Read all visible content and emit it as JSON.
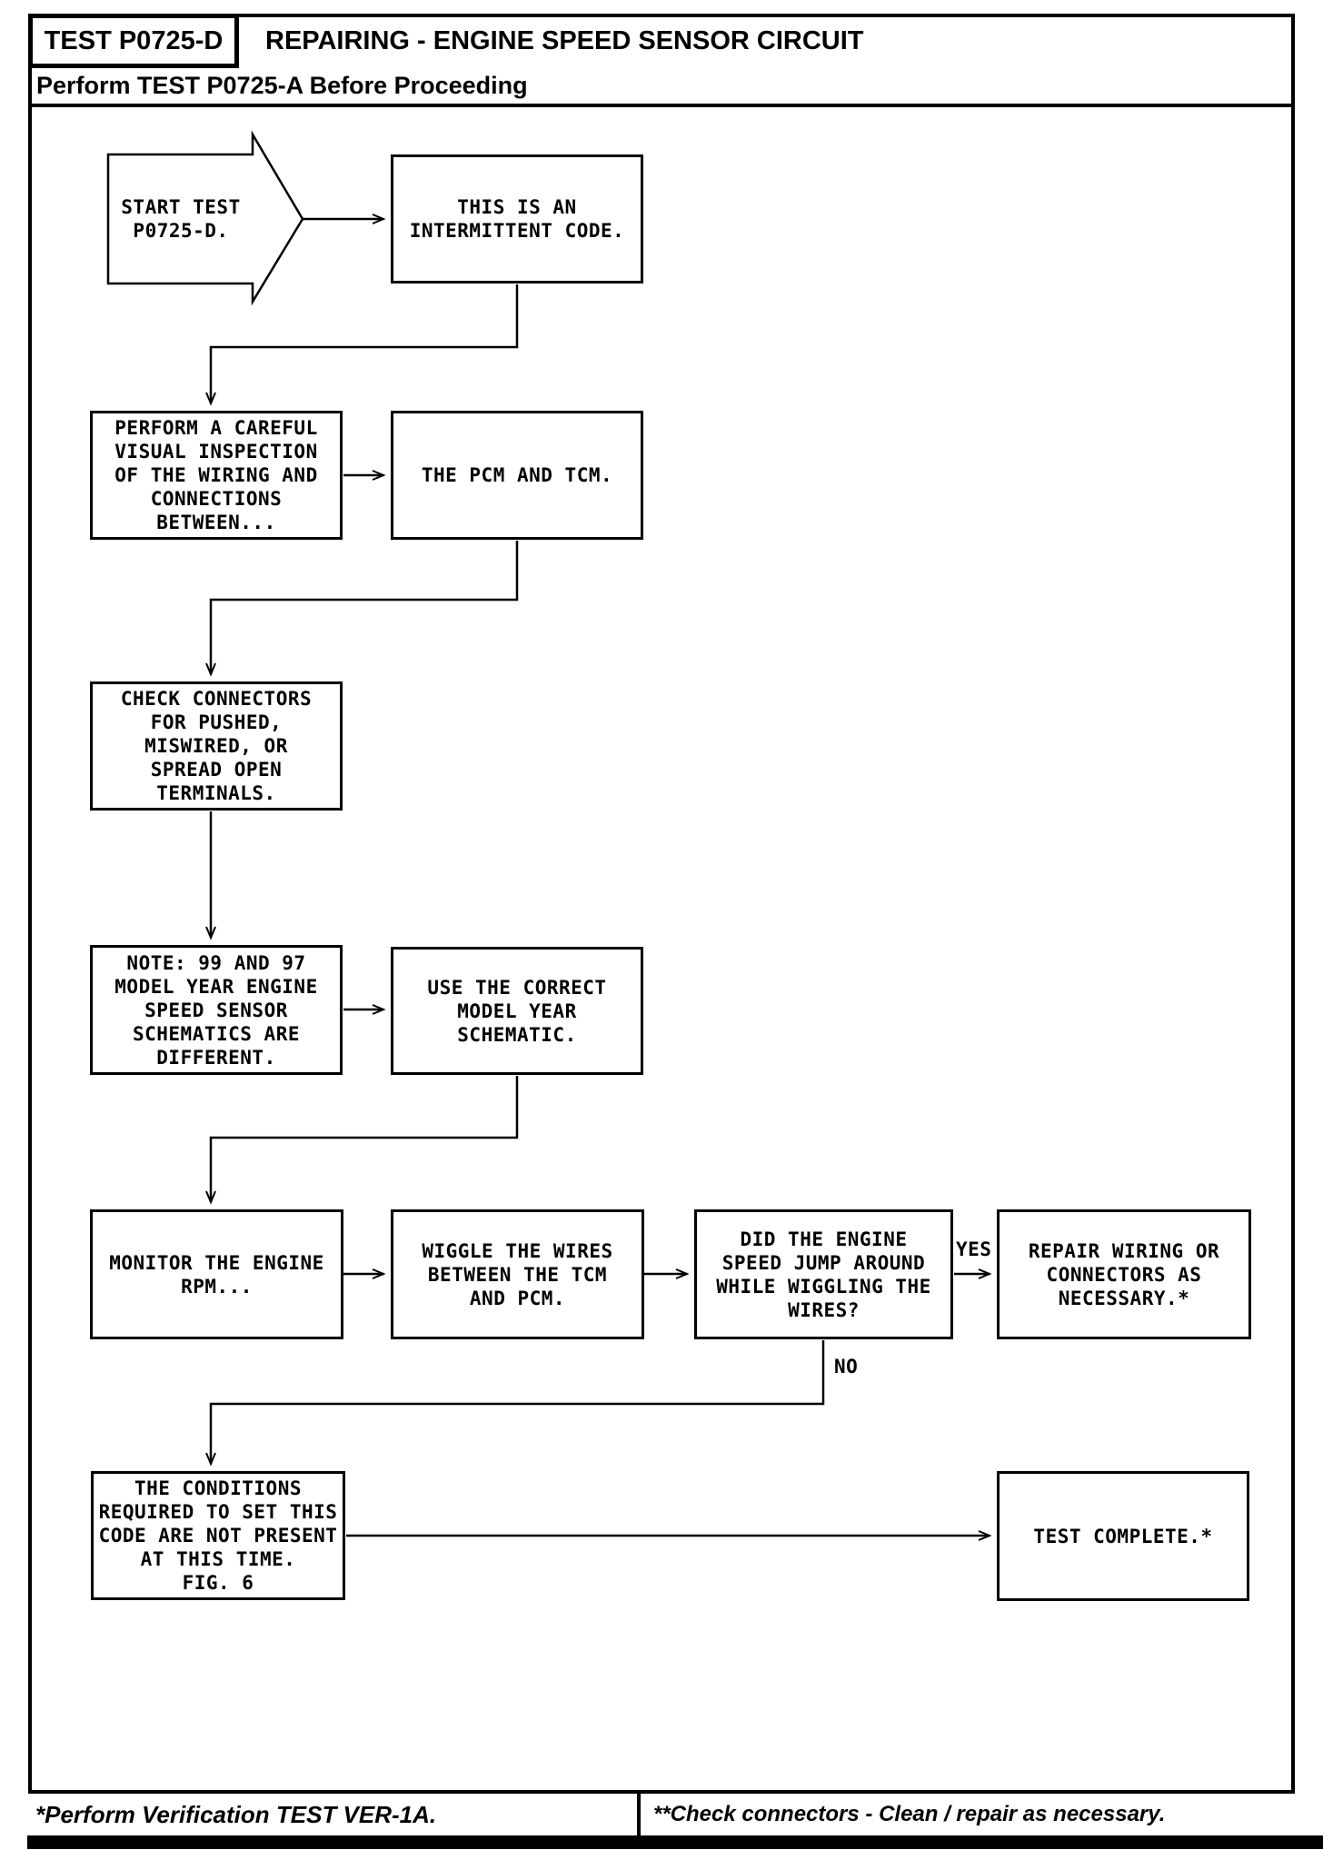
{
  "colors": {
    "ink": "#000000",
    "paper": "#ffffff"
  },
  "header": {
    "test_id": "TEST P0725-D",
    "title": "REPAIRING - ENGINE SPEED SENSOR CIRCUIT",
    "subtitle": "Perform TEST P0725-A Before Proceeding"
  },
  "flowchart": {
    "nodes": {
      "start": "START TEST\nP0725-D.",
      "intermittent": "THIS IS AN\nINTERMITTENT CODE.",
      "inspect": "PERFORM A CAREFUL\nVISUAL INSPECTION\nOF THE WIRING AND\nCONNECTIONS\nBETWEEN...",
      "pcm_tcm": "THE PCM AND TCM.",
      "check_connectors": "CHECK CONNECTORS\nFOR PUSHED,\nMISWIRED, OR\nSPREAD OPEN\nTERMINALS.",
      "note": "NOTE: 99 AND 97\nMODEL YEAR ENGINE\nSPEED SENSOR\nSCHEMATICS ARE\nDIFFERENT.",
      "use_schematic": "USE THE CORRECT\nMODEL YEAR\nSCHEMATIC.",
      "monitor_rpm": "MONITOR THE ENGINE\nRPM...",
      "wiggle_wires": "WIGGLE THE WIRES\nBETWEEN THE TCM\nAND PCM.",
      "speed_jump_question": "DID THE ENGINE\nSPEED JUMP AROUND\nWHILE WIGGLING THE\nWIRES?",
      "repair_wiring": "REPAIR WIRING OR\nCONNECTORS AS\nNECESSARY.*",
      "conditions_not_present": "THE CONDITIONS\nREQUIRED TO SET THIS\nCODE ARE NOT PRESENT\nAT THIS TIME.\nFIG. 6",
      "test_complete": "TEST COMPLETE.*"
    },
    "edge_labels": {
      "yes": "YES",
      "no": "NO"
    }
  },
  "footer": {
    "left_note": "*Perform Verification TEST VER-1A.",
    "right_note": "**Check connectors - Clean / repair as necessary."
  }
}
